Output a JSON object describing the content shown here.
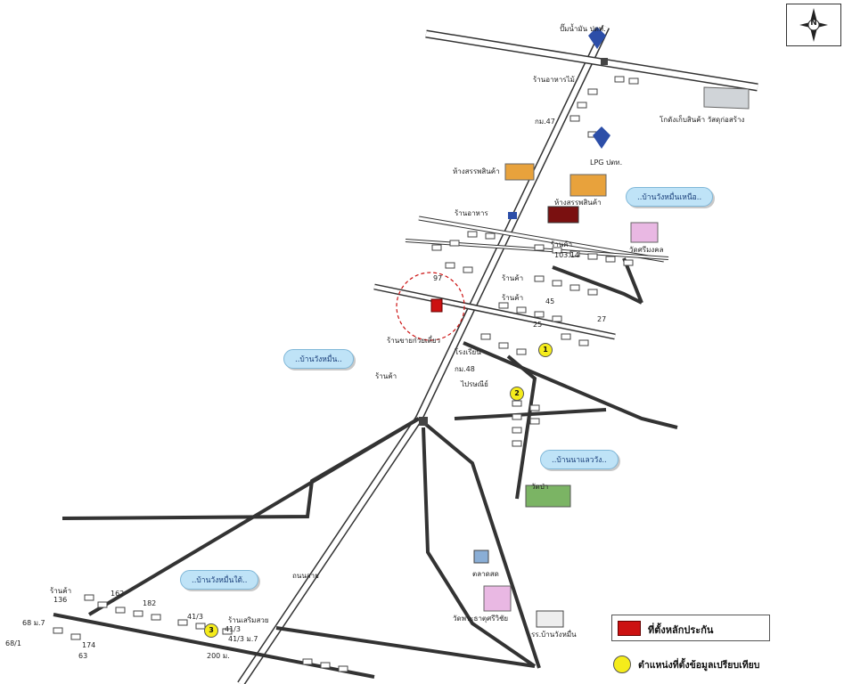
{
  "map": {
    "labels": {
      "gas_top": "ปั๊มน้ำมัน ปตท.",
      "factory": "โกดังเก็บสินค้า วัสดุก่อสร้าง",
      "lpg": "LPG ปตท.",
      "shop_a": "ร้านอาหารไม้",
      "km": "กม.47",
      "shop1": "ห้างสรรพสินค้า",
      "shop2": "ห้างสรรพสินค้า",
      "cafe": "ร้านอาหาร",
      "temple_top": "วัดศรีมงคล",
      "shop_right": "ร้านค้า",
      "n1": "103.14",
      "shop_b": "ร้านค้า",
      "shop_c": "ร้านค้า",
      "house_left": "ร้านขายก๋วยเตี๋ยว",
      "road_rt": "ถนนสาย",
      "dist": "ร้านค้า",
      "school": "โรงเรียน",
      "km48": "กม.48",
      "post": "ไปรษณีย์",
      "temple2": "วัดป่า",
      "market": "ตลาดสด",
      "temple3": "วัดพระธาตุศรีวิชัย",
      "school2": "รร.บ้านวังหมื่น",
      "shop_bl": "ร้านค้า",
      "n136": "136",
      "n162": "162",
      "n182": "182",
      "n68": "68 ม.7",
      "n174": "174",
      "n63": "63",
      "n681": "68/1",
      "n413": "41/3",
      "n413b": "41/3",
      "n413c": "41/3 ม.7",
      "n200": "200 ม.",
      "shop_bl2": "ร้านเสริมสวย",
      "n97": "97",
      "n45": "45",
      "n27": "27",
      "n25": "25"
    },
    "areas": {
      "a1": "..บ้านวังหมื่นเหนือ..",
      "a2": "..บ้านวังหมื่น..",
      "a3": "..บ้านนาแลววัง..",
      "a4": "..บ้านวังหมื่นใต้.."
    },
    "markers": [
      "1",
      "2",
      "3"
    ],
    "compass_letter": "N",
    "legend": {
      "red_label": "ที่ตั้งหลักประกัน",
      "yellow_label": "ตำแหน่งที่ตั้งข้อมูลเปรียบเทียบ"
    },
    "colors": {
      "road": "#333333",
      "highlight": "#cc1111",
      "marker": "#f5ec1b",
      "area_fill": "#bfe3f7"
    }
  }
}
